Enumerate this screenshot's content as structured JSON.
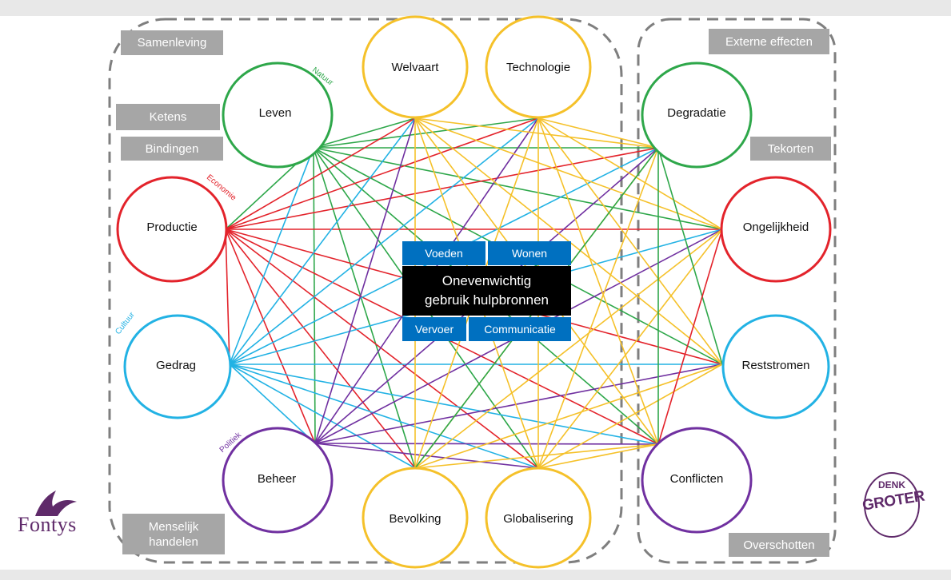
{
  "nodes": [
    {
      "id": "leven",
      "label": "Leven",
      "color": "#2ea74a"
    },
    {
      "id": "welvaart",
      "label": "Welvaart",
      "color": "#f5c12a"
    },
    {
      "id": "technologie",
      "label": "Technologie",
      "color": "#f5c12a"
    },
    {
      "id": "productie",
      "label": "Productie",
      "color": "#e3232b"
    },
    {
      "id": "gedrag",
      "label": "Gedrag",
      "color": "#22b2e4"
    },
    {
      "id": "beheer",
      "label": "Beheer",
      "color": "#7030a0"
    },
    {
      "id": "bevolking",
      "label": "Bevolking",
      "color": "#f5c12a"
    },
    {
      "id": "globalisering",
      "label": "Globalisering",
      "color": "#f5c12a"
    },
    {
      "id": "degradatie",
      "label": "Degradatie",
      "color": "#2ea74a"
    },
    {
      "id": "ongelijkheid",
      "label": "Ongelijkheid",
      "color": "#e3232b"
    },
    {
      "id": "reststromen",
      "label": "Reststromen",
      "color": "#22b2e4"
    },
    {
      "id": "conflicten",
      "label": "Conflicten",
      "color": "#7030a0"
    }
  ],
  "dimension_tags": {
    "natuur": {
      "label": "Natuur",
      "color": "#2ea74a"
    },
    "economie": {
      "label": "Economie",
      "color": "#e3232b"
    },
    "cultuur": {
      "label": "Cultuur",
      "color": "#22b2e4"
    },
    "politiek": {
      "label": "Politiek",
      "color": "#7030a0"
    }
  },
  "group_tags": {
    "samenleving": "Samenleving",
    "ketens": "Ketens",
    "bindingen": "Bindingen",
    "menselijk_handelen": [
      "Menselijk",
      "handelen"
    ],
    "externe_effecten": "Externe effecten",
    "tekorten": "Tekorten",
    "overschotten": "Overschotten"
  },
  "center": {
    "title_line1": "Onevenwichtig",
    "title_line2": "gebruik hulpbronnen",
    "buttons": [
      "Voeden",
      "Wonen",
      "Vervoer",
      "Communicatie"
    ],
    "button_color": "#0070c0"
  },
  "logos": {
    "fontys": "Fontys",
    "denk": "DENK",
    "groter": "GROTER",
    "brand_color": "#5f2a6a"
  },
  "connections": [
    [
      "leven",
      "technologie"
    ],
    [
      "leven",
      "degradatie"
    ],
    [
      "leven",
      "ongelijkheid"
    ],
    [
      "leven",
      "reststromen"
    ],
    [
      "leven",
      "conflicten"
    ],
    [
      "leven",
      "welvaart"
    ],
    [
      "leven",
      "bevolking"
    ],
    [
      "leven",
      "globalisering"
    ],
    [
      "leven",
      "productie"
    ],
    [
      "leven",
      "beheer"
    ],
    [
      "productie",
      "welvaart"
    ],
    [
      "productie",
      "technologie"
    ],
    [
      "productie",
      "degradatie"
    ],
    [
      "productie",
      "ongelijkheid"
    ],
    [
      "productie",
      "reststromen"
    ],
    [
      "productie",
      "conflicten"
    ],
    [
      "productie",
      "bevolking"
    ],
    [
      "productie",
      "globalisering"
    ],
    [
      "productie",
      "gedrag"
    ],
    [
      "productie",
      "beheer"
    ],
    [
      "gedrag",
      "leven"
    ],
    [
      "gedrag",
      "welvaart"
    ],
    [
      "gedrag",
      "technologie"
    ],
    [
      "gedrag",
      "degradatie"
    ],
    [
      "gedrag",
      "ongelijkheid"
    ],
    [
      "gedrag",
      "reststromen"
    ],
    [
      "gedrag",
      "conflicten"
    ],
    [
      "gedrag",
      "bevolking"
    ],
    [
      "gedrag",
      "globalisering"
    ],
    [
      "gedrag",
      "beheer"
    ],
    [
      "beheer",
      "welvaart"
    ],
    [
      "beheer",
      "technologie"
    ],
    [
      "beheer",
      "degradatie"
    ],
    [
      "beheer",
      "ongelijkheid"
    ],
    [
      "beheer",
      "reststromen"
    ],
    [
      "beheer",
      "conflicten"
    ],
    [
      "beheer",
      "globalisering"
    ],
    [
      "welvaart",
      "degradatie"
    ],
    [
      "welvaart",
      "ongelijkheid"
    ],
    [
      "welvaart",
      "reststromen"
    ],
    [
      "welvaart",
      "conflicten"
    ],
    [
      "welvaart",
      "bevolking"
    ],
    [
      "welvaart",
      "globalisering"
    ],
    [
      "technologie",
      "degradatie"
    ],
    [
      "technologie",
      "ongelijkheid"
    ],
    [
      "technologie",
      "reststromen"
    ],
    [
      "technologie",
      "conflicten"
    ],
    [
      "technologie",
      "bevolking"
    ],
    [
      "technologie",
      "globalisering"
    ],
    [
      "bevolking",
      "degradatie"
    ],
    [
      "bevolking",
      "ongelijkheid"
    ],
    [
      "bevolking",
      "reststromen"
    ],
    [
      "bevolking",
      "conflicten"
    ],
    [
      "globalisering",
      "degradatie"
    ],
    [
      "globalisering",
      "ongelijkheid"
    ],
    [
      "globalisering",
      "reststromen"
    ],
    [
      "globalisering",
      "conflicten"
    ],
    [
      "degradatie",
      "reststromen"
    ],
    [
      "degradatie",
      "conflicten"
    ],
    [
      "ongelijkheid",
      "conflicten"
    ],
    [
      "degradatie",
      "bevolking"
    ]
  ]
}
